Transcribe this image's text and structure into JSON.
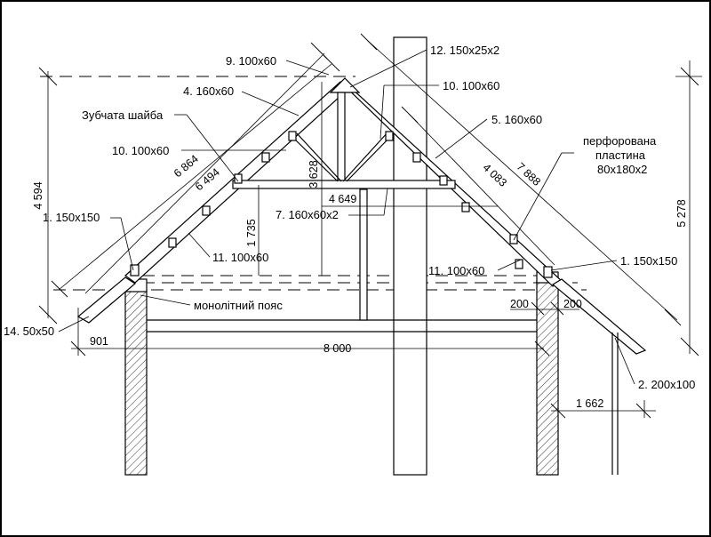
{
  "labels": {
    "l9": "9. 100x60",
    "l12": "12. 150x25x2",
    "l4": "4. 160x60",
    "l10a": "10. 100x60",
    "zub": "Зубчата шайба",
    "l5": "5. 160x60",
    "l10b": "10. 100x60",
    "perf1": "перфорована",
    "perf2": "пластина",
    "perf3": "80x180x2",
    "l1a": "1. 150x150",
    "l7": "7. 160x60x2",
    "l11a": "11. 100x60",
    "l11b": "11. 100x60",
    "l1b": "1. 150x150",
    "mono": "монолітний пояс",
    "l14": "14. 50x50",
    "l2": "2. 200x100"
  },
  "dimensions": {
    "d4594": "4 594",
    "d5278": "5 278",
    "d6864": "6 864",
    "d6494": "6 494",
    "d3628": "3 628",
    "d4649": "4 649",
    "d1735": "1 735",
    "d4083": "4 083",
    "d7888": "7 888",
    "d200a": "200",
    "d200b": "200",
    "d901": "901",
    "d8000": "8 000",
    "d1662": "1 662"
  }
}
